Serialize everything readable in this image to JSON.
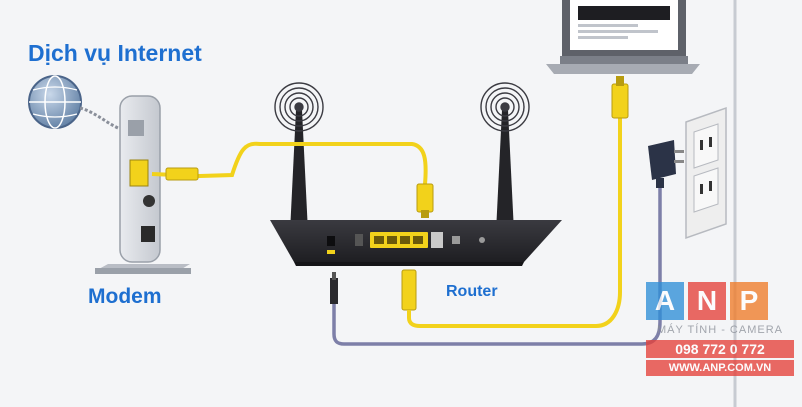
{
  "labels": {
    "internet": "Dịch vụ Internet",
    "modem": "Modem",
    "router": "Router"
  },
  "watermark": {
    "letters": [
      "A",
      "N",
      "P"
    ],
    "subtitle": "MÁY TÍNH - CAMERA",
    "phone": "098 772 0 772",
    "url": "WWW.ANP.COM.VN"
  },
  "colors": {
    "ethernet_cable": "#f2d21b",
    "power_cable": "#7d7fa8",
    "label_blue": "#1e6fd0",
    "router_body": "#2b2b2f",
    "wifi_signal": "#3b3b42"
  }
}
